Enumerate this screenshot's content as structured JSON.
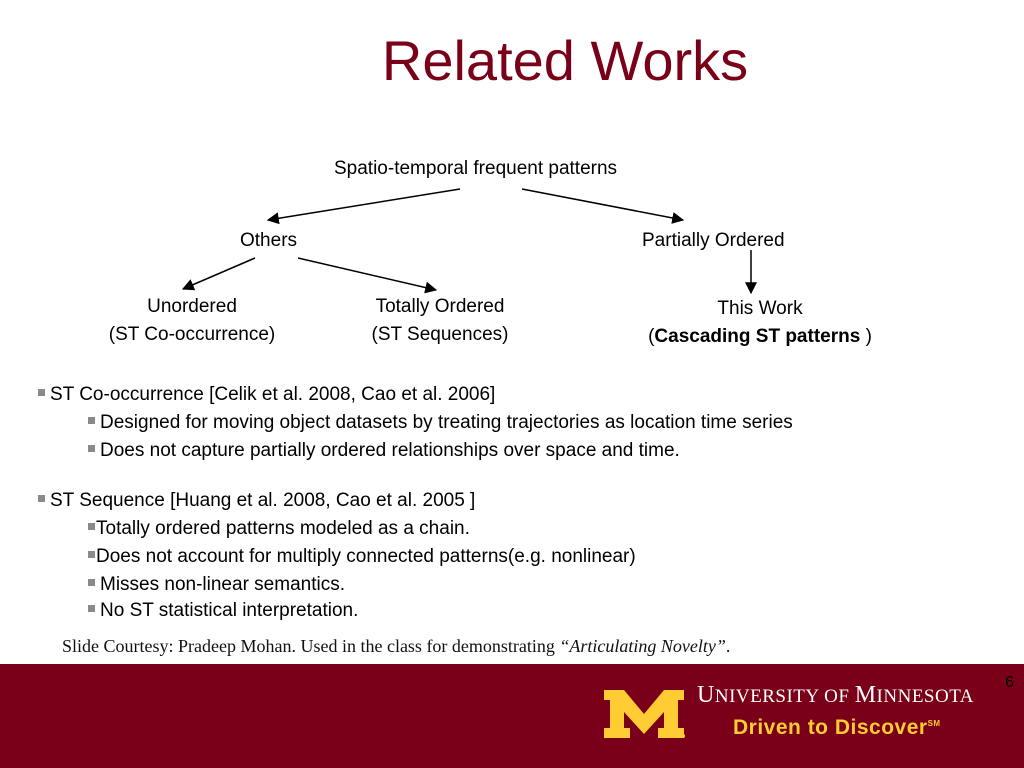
{
  "title": "Related Works",
  "tree": {
    "root": "Spatio-temporal frequent patterns",
    "others": "Others",
    "partially_ordered": "Partially Ordered",
    "unordered": "Unordered",
    "unordered_sub": "(ST Co-occurrence)",
    "totally_ordered": "Totally Ordered",
    "totally_ordered_sub": "(ST Sequences)",
    "this_work": "This Work",
    "this_work_open": "(",
    "this_work_bold": "Cascading ST patterns",
    "this_work_close": " )"
  },
  "bullets": {
    "item1": "ST Co-occurrence [Celik et al. 2008, Cao et al. 2006]",
    "item1_sub1": "Designed for moving object datasets by treating trajectories as location time series",
    "item1_sub2": "Does not capture partially ordered relationships over space and time.",
    "item2": "ST Sequence [Huang et al. 2008, Cao et al. 2005 ]",
    "item2_sub1": "Totally ordered patterns modeled as a  chain.",
    "item2_sub2": "Does not account for multiply connected patterns(e.g. nonlinear)",
    "item2_sub3": "Misses non-linear semantics.",
    "item2_sub4": "No ST statistical interpretation."
  },
  "courtesy": {
    "text": "Slide Courtesy: Pradeep Mohan. Used in the class for demonstrating ",
    "italic": "“Articulating Novelty”",
    "end": "."
  },
  "footer": {
    "page_number": "6",
    "university_u": "U",
    "university_rest1": "NIVERSITY OF ",
    "university_m": "M",
    "university_rest2": "INNESOTA",
    "tagline": "Driven to Discover",
    "tagline_mark": "SM",
    "brand_maroon": "#7a0019",
    "brand_gold": "#ffcc33"
  }
}
